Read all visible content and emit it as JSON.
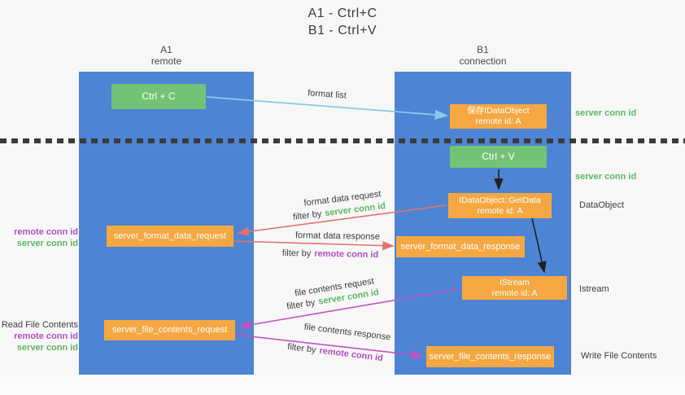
{
  "title": {
    "line1": "A1 - Ctrl+C",
    "line2": "B1 - Ctrl+V"
  },
  "lanes": {
    "left": {
      "name": "A1",
      "role": "remote"
    },
    "right": {
      "name": "B1",
      "role": "connection"
    }
  },
  "nodes": {
    "ctrl_c": {
      "label": "Ctrl + C"
    },
    "ctrl_v": {
      "label": "Ctrl + V"
    },
    "save_idataobject": {
      "line1": "保存IDataObject",
      "line2": "remote id: A"
    },
    "getdata": {
      "line1": "IDataObject::GetData",
      "line2": "remote id: A"
    },
    "istream": {
      "line1": "IStream",
      "line2": "remote id: A"
    },
    "format_request": {
      "label": "server_format_data_request"
    },
    "format_response": {
      "label": "server_format_data_response"
    },
    "file_request": {
      "label": "server_file_contents_request"
    },
    "file_response": {
      "label": "server_file_contents_response"
    }
  },
  "arrows": {
    "format_list": {
      "label": "format list"
    },
    "format_data_request": {
      "label": "format data request",
      "filter_prefix": "filter by",
      "filter_key": "server conn id"
    },
    "format_data_response": {
      "label": "format data response",
      "filter_prefix": "filter by",
      "filter_key": "remote conn id"
    },
    "file_contents_request": {
      "label": "file contents request",
      "filter_prefix": "filter by",
      "filter_key": "server conn id"
    },
    "file_contents_response": {
      "label": "file contents response",
      "filter_prefix": "filter by",
      "filter_key": "remote conn id"
    }
  },
  "side_labels": {
    "server_conn_id_right_top": "server conn id",
    "server_conn_id_right_mid": "server conn id",
    "dataobject": "DataObject",
    "istream": "Istream",
    "write_file_contents": "Write File Contents",
    "read_file_contents": "Read File Contents",
    "left_stack1": {
      "remote": "remote conn id",
      "server": "server conn id"
    },
    "left_stack2": {
      "remote": "remote conn id",
      "server": "server conn id"
    }
  },
  "colors": {
    "lane_blue": "#4d84d3",
    "green_box": "#74c276",
    "orange_box": "#f5a742",
    "green_text": "#5cb860",
    "purple_text": "#b14fc3",
    "red_arrow": "#e4726e",
    "magenta_arrow": "#c153c1",
    "light_blue_arrow": "#8ec6ec",
    "black_arrow": "#1f1f1f"
  }
}
